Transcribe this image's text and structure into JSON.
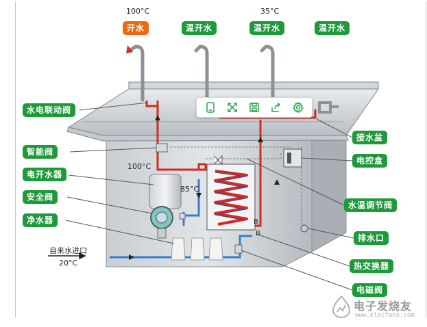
{
  "top_temps": {
    "hot": "100°C",
    "warm": "35°C"
  },
  "tap_labels": [
    "开水",
    "温开水",
    "温开水",
    "温开水"
  ],
  "left_labels": [
    "水电联动阀",
    "智能阀",
    "电开水器",
    "安全阀",
    "净水器"
  ],
  "right_labels": [
    "接水盆",
    "电控盒",
    "水温调节阀",
    "排水口",
    "热交换器",
    "电磁阀"
  ],
  "inner_temps": {
    "heater_out": "100°C",
    "exchanger": "85°C",
    "inlet": "20°C"
  },
  "inlet_label": "自来水进口",
  "exchanger_marks": [
    "B",
    "B"
  ],
  "toolbar_icons": [
    "mobile-icon",
    "expand-icon",
    "save-icon",
    "share-icon",
    "settings-icon"
  ],
  "watermark": {
    "text": "电子发烧友",
    "sub": "www.elecfans.com"
  },
  "colors": {
    "green": "#1e9a3a",
    "orange": "#ea6a14",
    "hot_pipe": "#d42a1f",
    "cold_pipe": "#2f7fd0"
  }
}
